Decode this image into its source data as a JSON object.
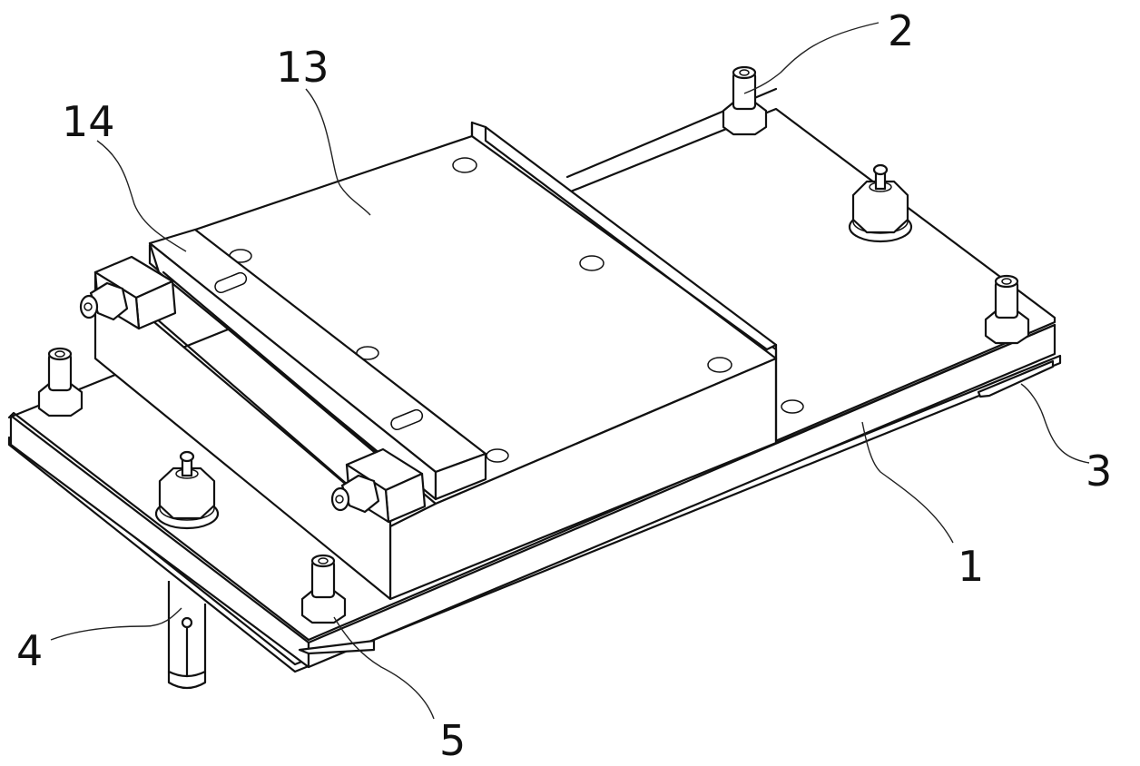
{
  "figure": {
    "kind": "isometric patent line drawing",
    "line_color": "#111111",
    "background": "#ffffff"
  },
  "labels": [
    {
      "id": "1",
      "text": "1"
    },
    {
      "id": "2",
      "text": "2"
    },
    {
      "id": "3",
      "text": "3"
    },
    {
      "id": "4",
      "text": "4"
    },
    {
      "id": "5",
      "text": "5"
    },
    {
      "id": "13",
      "text": "13"
    },
    {
      "id": "14",
      "text": "14"
    }
  ]
}
